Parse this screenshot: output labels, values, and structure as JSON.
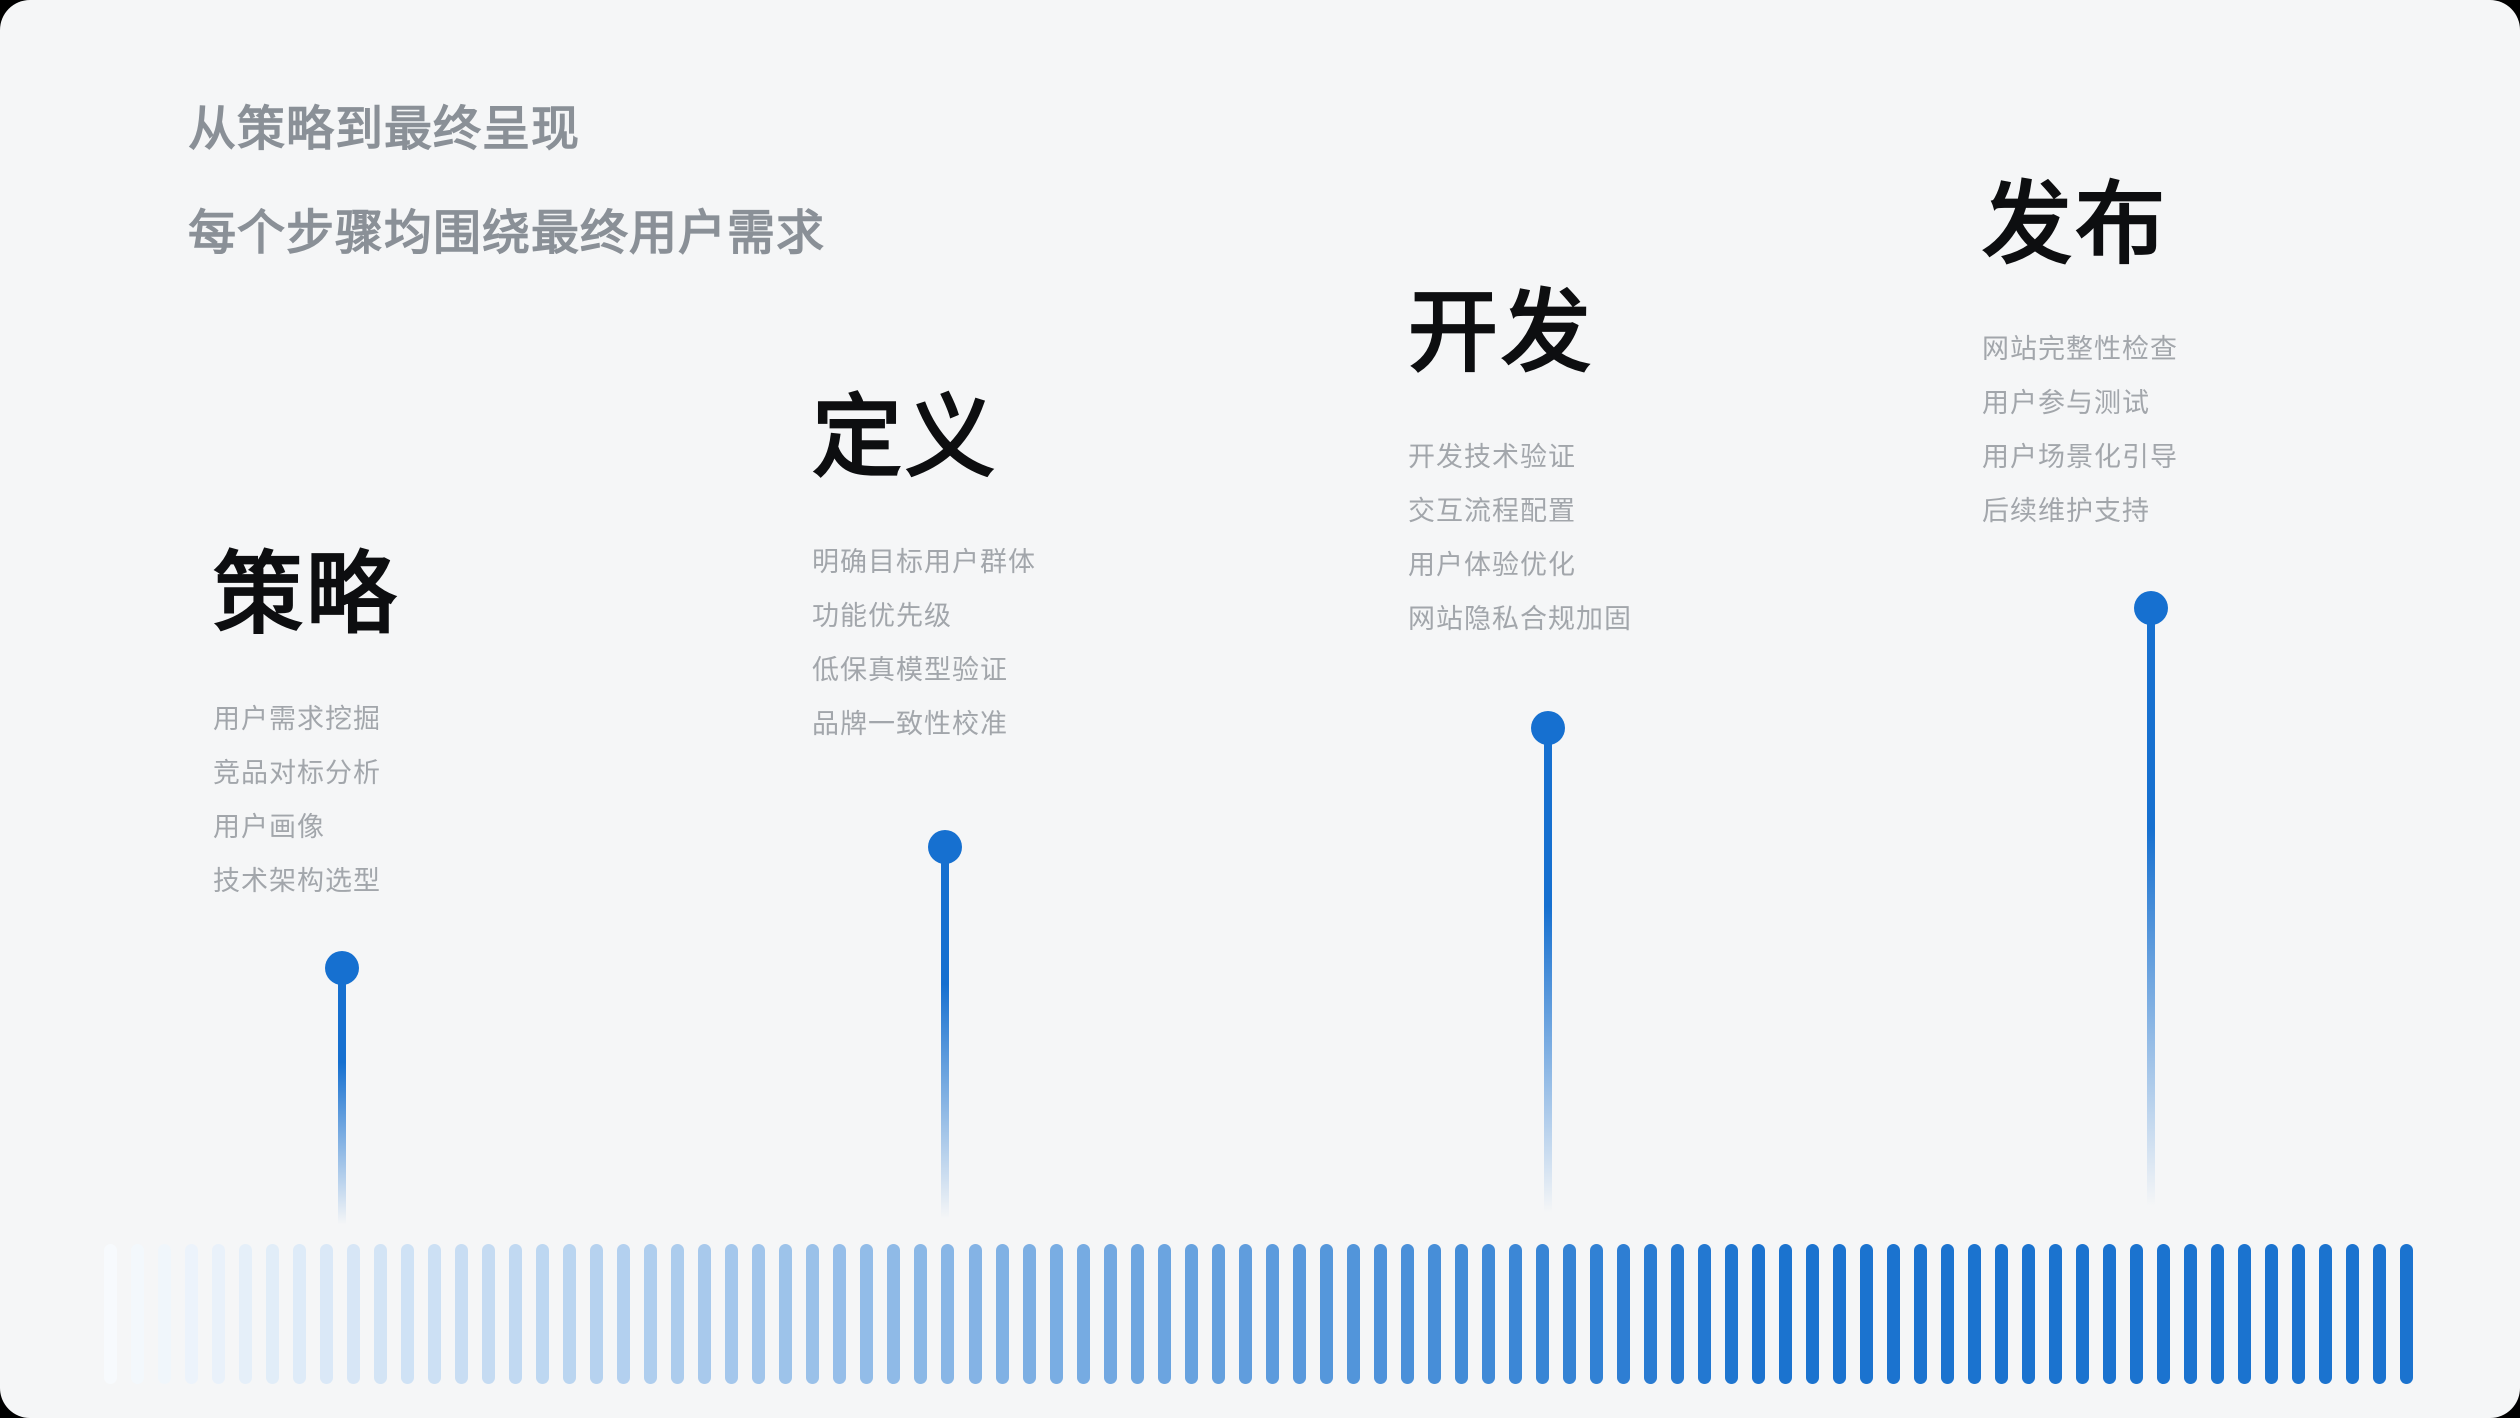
{
  "page": {
    "outer_background": "#000000",
    "card_background": "#f5f6f7",
    "header_color": "#8a9097",
    "item_color": "#a2a6ab",
    "title_color": "#0d0e10"
  },
  "header": {
    "line1": "从策略到最终呈现",
    "line2": "每个步骤均围绕最终用户需求"
  },
  "stages": [
    {
      "title": "策略",
      "items": [
        "用户需求挖掘",
        "竞品对标分析",
        "用户画像",
        "技术架构选型"
      ]
    },
    {
      "title": "定义",
      "items": [
        "明确目标用户群体",
        "功能优先级",
        "低保真模型验证",
        "品牌一致性校准"
      ]
    },
    {
      "title": "开发",
      "items": [
        "开发技术验证",
        "交互流程配置",
        "用户体验优化",
        "网站隐私合规加固"
      ]
    },
    {
      "title": "发布",
      "items": [
        "网站完整性检查",
        "用户参与测试",
        "用户场景化引导",
        "后续维护支持"
      ]
    }
  ],
  "timeline": {
    "accent_color": "#1670d0",
    "bar_color_start": "#f7fafd",
    "bar_color_end": "#1b73cf",
    "bar_count": 86,
    "gradient_full_at": 0.72
  }
}
